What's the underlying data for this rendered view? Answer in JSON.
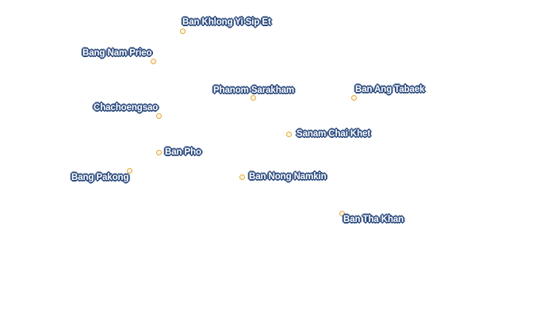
{
  "map": {
    "places": [
      {
        "name": "Ban Khlong Yi Sip Et"
      },
      {
        "name": "Bang Nam Prieo"
      },
      {
        "name": "Phanom Sarakham"
      },
      {
        "name": "Ban Ang Tabaek"
      },
      {
        "name": "Chachoengsao"
      },
      {
        "name": "Sanam Chai Khet"
      },
      {
        "name": "Ban Pho"
      },
      {
        "name": "Bang Pakong"
      },
      {
        "name": "Ban Nong Namkin"
      },
      {
        "name": "Ban Tha Khan"
      }
    ],
    "colors": {
      "background": "#ffffff",
      "label_fill": "#ffffff",
      "label_halo": "#2e4d80",
      "marker_stroke": "#e3a93c"
    },
    "icons": {
      "place_marker": "circle-marker-icon"
    }
  }
}
